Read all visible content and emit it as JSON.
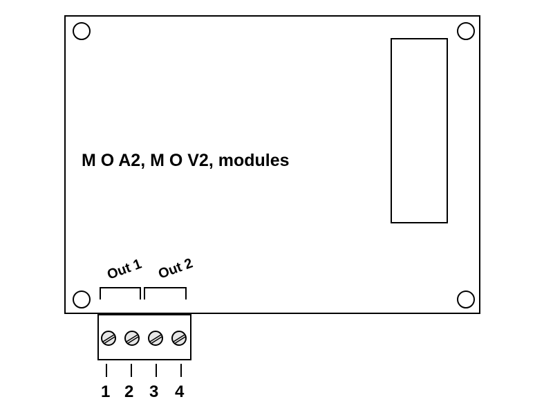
{
  "board": {
    "title": "M O A2, M O V2, modules"
  },
  "outputs": [
    {
      "label": "Out 1"
    },
    {
      "label": "Out 2"
    }
  ],
  "terminals": [
    {
      "label": "1"
    },
    {
      "label": "2"
    },
    {
      "label": "3"
    },
    {
      "label": "4"
    }
  ],
  "colors": {
    "stroke": "#000000",
    "background": "#ffffff",
    "screw_fill": "#e6e6e6"
  }
}
